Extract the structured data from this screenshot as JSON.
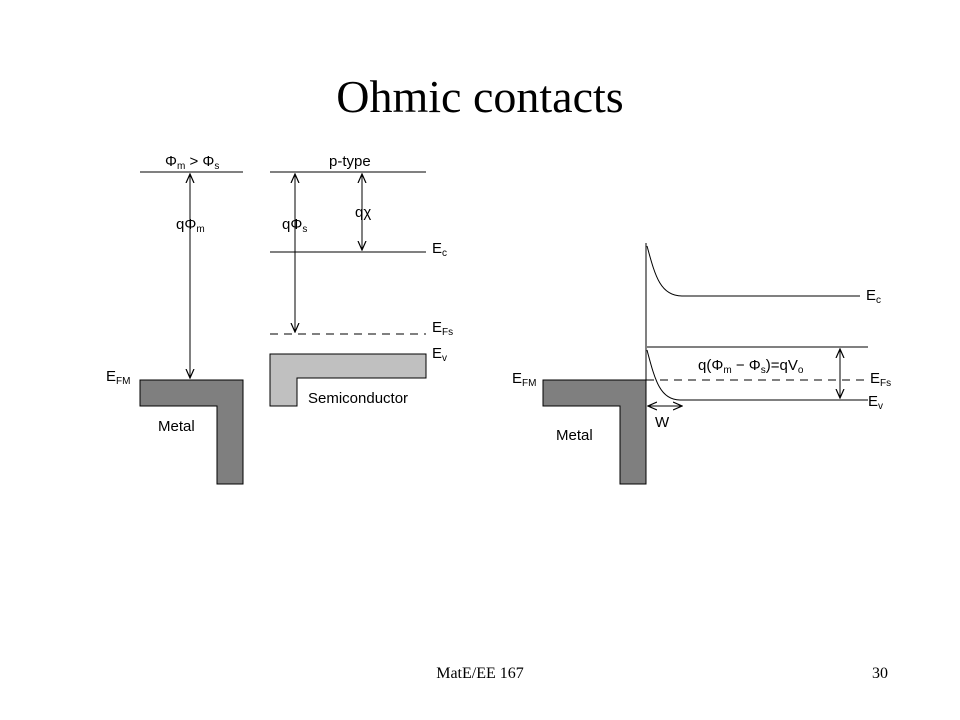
{
  "slide": {
    "title": "Ohmic contacts",
    "footer_course": "MatE/EE 167",
    "page_number": "30"
  },
  "left_diagram": {
    "condition": {
      "phi": "Φ",
      "sub_m": "m",
      "gt": " > ",
      "sub_s": "s"
    },
    "semiconductor_type": "p-type",
    "metal_work_function": {
      "prefix": "q",
      "phi": "Φ",
      "sub": "m"
    },
    "semi_work_function": {
      "prefix": "q",
      "phi": "Φ",
      "sub": "s"
    },
    "electron_affinity": {
      "prefix": "q",
      "symbol": "χ"
    },
    "ec_label": {
      "main": "E",
      "sub": "c"
    },
    "efs_label": {
      "main": "E",
      "sub": "Fs"
    },
    "ev_label": {
      "main": "E",
      "sub": "v"
    },
    "efm_label": {
      "main": "E",
      "sub": "FM"
    },
    "metal_label": "Metal",
    "semiconductor_label": "Semiconductor"
  },
  "right_diagram": {
    "ec_label": {
      "main": "E",
      "sub": "c"
    },
    "efs_label": {
      "main": "E",
      "sub": "Fs"
    },
    "ev_label": {
      "main": "E",
      "sub": "v"
    },
    "efm_label": {
      "main": "E",
      "sub": "FM"
    },
    "metal_label": "Metal",
    "width_label": "W",
    "barrier_label": {
      "open": "q(",
      "phi1": "Φ",
      "sub1": "m",
      "minus": " − ",
      "phi2": "Φ",
      "sub2": "s",
      "close": ")=qV",
      "sub3": "o"
    }
  },
  "colors": {
    "metal_fill": "#7f7f7f",
    "semiconductor_fill": "#c0c0c0",
    "line": "#000000"
  }
}
